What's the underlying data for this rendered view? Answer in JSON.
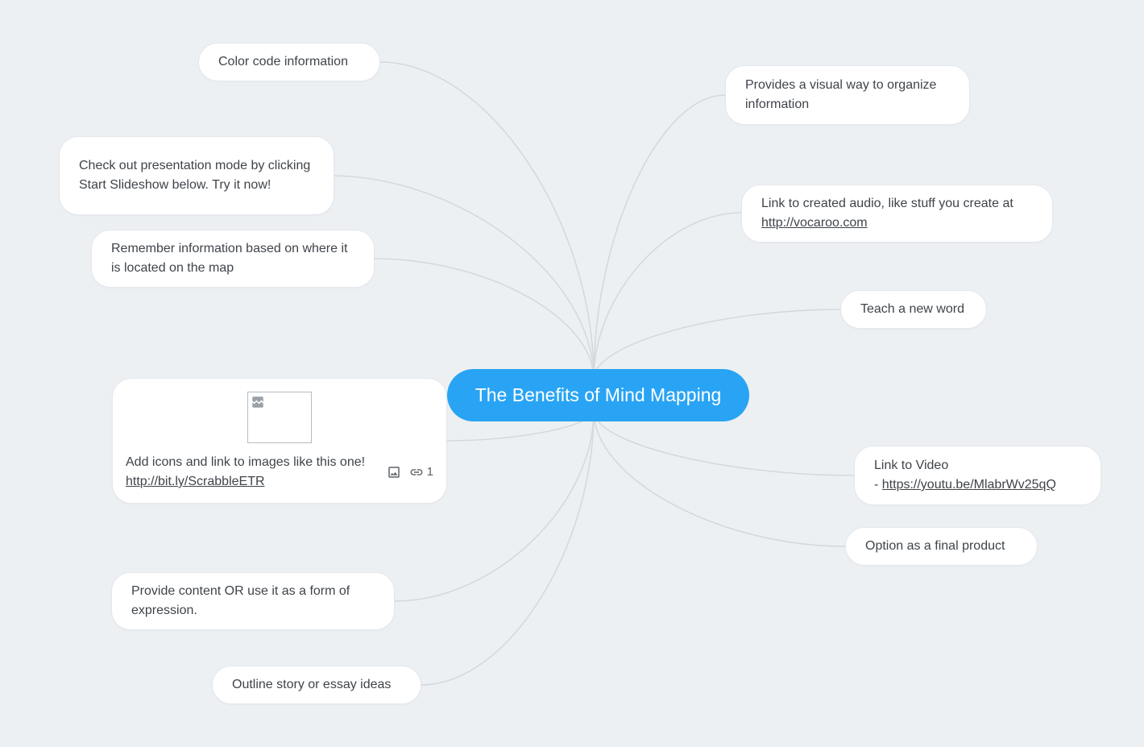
{
  "app": {
    "background_color": "#edf0f3",
    "connector_color": "#d4d9de"
  },
  "root": {
    "label": "The Benefits of Mind Mapping",
    "color": "#29a4f4",
    "text_color": "#ffffff"
  },
  "nodes": {
    "color_code": {
      "text": "Color code information"
    },
    "visual": {
      "text": "Provides a visual way to organize information"
    },
    "presentation": {
      "text": "Check out presentation mode by clicking Start Slideshow below. Try it now!"
    },
    "audio": {
      "text": "Link to created audio, like stuff you create at ",
      "link_text": "http://vocaroo.com"
    },
    "remember": {
      "text": "Remember information based on where it is located on the map"
    },
    "teach": {
      "text": "Teach a new word"
    },
    "image": {
      "text": "Add icons and link to images like this one! ",
      "link_text": "http://bit.ly/ScrabbleETR",
      "attachment_count": "1",
      "icons": [
        "image-icon",
        "link-icon"
      ]
    },
    "video": {
      "text": "Link to Video",
      "link_prefix": "- ",
      "link_text": "https://youtu.be/MlabrWv25qQ"
    },
    "final_product": {
      "text": "Option as a final product"
    },
    "content": {
      "text": "Provide content OR use it as a form of expression."
    },
    "outline": {
      "text": "Outline story or essay ideas"
    }
  }
}
